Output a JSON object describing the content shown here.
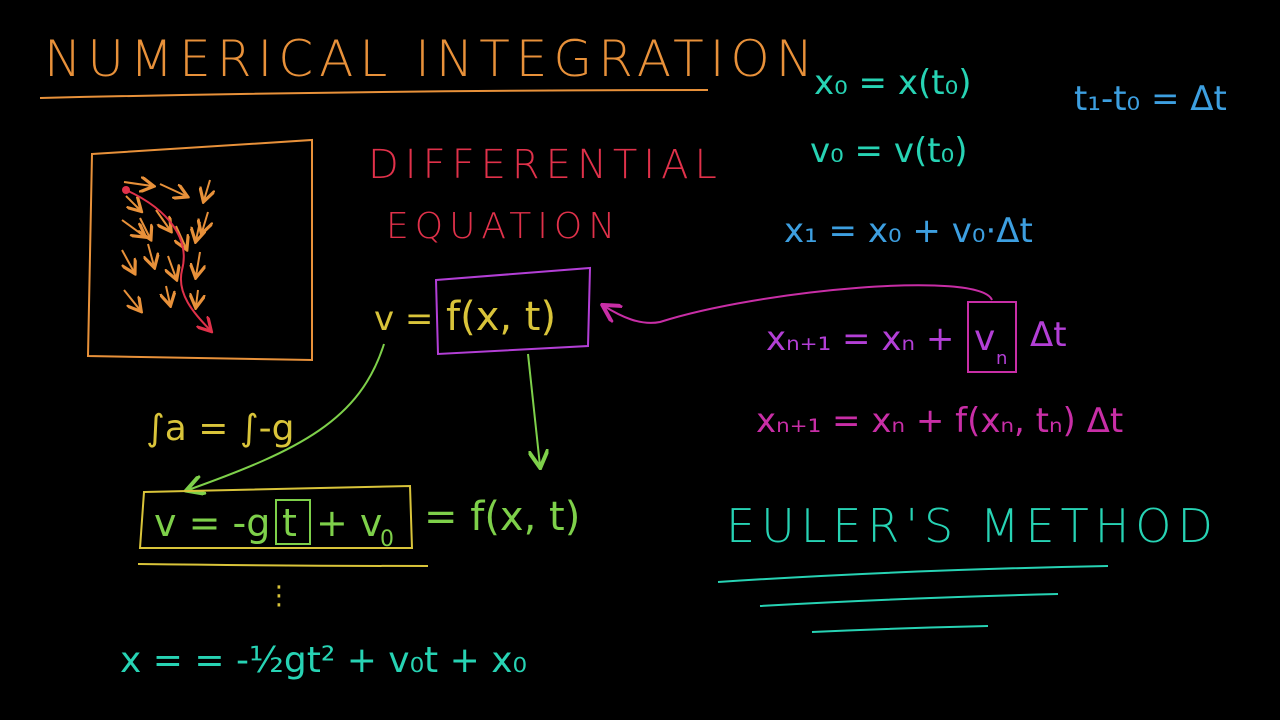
{
  "colors": {
    "background": "#000000",
    "orange": "#e8913a",
    "red": "#e0314a",
    "yellow": "#d9c43a",
    "green": "#7ed04a",
    "teal": "#27d3b4",
    "blue": "#3d9fe0",
    "magenta": "#c82ea6",
    "purple": "#b33fd6"
  },
  "title": "NUMERICAL INTEGRATION",
  "diff_eq": {
    "line1": "DIFFERENTIAL",
    "line2": "EQUATION"
  },
  "v_eq": {
    "lhs": "v =",
    "rhs": "f(x, t)"
  },
  "integral": "∫a = ∫-g",
  "boxed_eq": {
    "part1": "v = -g",
    "t": "t",
    "part2": "+ v",
    "sub": "0"
  },
  "equals_f": "= f(x, t)",
  "dots": "⋮",
  "x_eq": "x = = -½gt² + v₀t + x₀",
  "initial": {
    "x0": "x₀ = x(t₀)",
    "v0": "v₀ = v(t₀)",
    "dt": "t₁-t₀ = Δt",
    "x1": "x₁ = x₀ + v₀·Δt"
  },
  "recurrence1": {
    "lhs": "xₙ₊₁ = xₙ +",
    "v": "v",
    "v_sub": "n",
    "rhs": "Δt"
  },
  "recurrence2": "xₙ₊₁ = xₙ + f(xₙ, tₙ) Δt",
  "euler": "EULER'S METHOD"
}
